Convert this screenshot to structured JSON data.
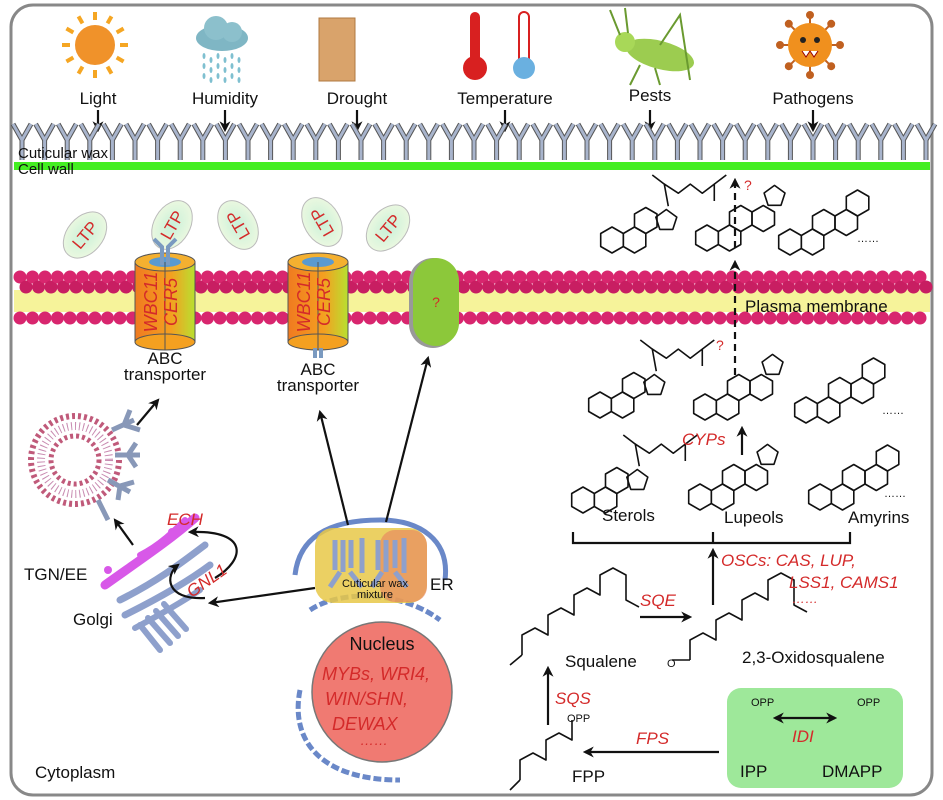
{
  "stimuli": [
    {
      "label": "Light",
      "icon": "sun-icon"
    },
    {
      "label": "Humidity",
      "icon": "rain-cloud-icon"
    },
    {
      "label": "Drought",
      "icon": "cracked-soil-icon"
    },
    {
      "label": "Temperature",
      "icon": "thermometer-icon"
    },
    {
      "label": "Pests",
      "icon": "grasshopper-icon"
    },
    {
      "label": "Pathogens",
      "icon": "virus-icon"
    }
  ],
  "layers": {
    "cuticular_wax": "Cuticular wax",
    "cell_wall": "Cell wall",
    "plasma_membrane": "Plasma membrane",
    "cytoplasm": "Cytoplasm"
  },
  "ltp_label": "LTP",
  "transporters": [
    {
      "genes": [
        "WBC11",
        "CER5"
      ],
      "label_line1": "ABC",
      "label_line2": "transporter"
    },
    {
      "genes": [
        "WBC11",
        "CER5"
      ],
      "label_line1": "ABC",
      "label_line2": "transporter"
    }
  ],
  "unknown_transporter": "?",
  "unknown_marks": [
    "?",
    "?"
  ],
  "organelles": {
    "tgn": "TGN/EE",
    "golgi": "Golgi",
    "ech": "ECH",
    "gnl1": "GNL1",
    "er": "ER",
    "wax_mixture_line1": "Cuticular wax",
    "wax_mixture_line2": "mixture",
    "nucleus": "Nucleus",
    "tf_lines": [
      "MYBs, WRI4,",
      "WIN/SHN,",
      "DEWAX",
      "……"
    ]
  },
  "pathway": {
    "sterols": "Sterols",
    "lupeols": "Lupeols",
    "amyrins": "Amyrins",
    "ellipsis": "……",
    "cyps": "CYPs",
    "oscs_line1": "OSCs: CAS, LUP,",
    "oscs_line2": "LSS1, CAMS1",
    "oscs_line3": "……",
    "sqe": "SQE",
    "squalene": "Squalene",
    "oxidosqualene": "2,3-Oxidosqualene",
    "sqs": "SQS",
    "fps": "FPS",
    "fpp": "FPP",
    "opp": "OPP",
    "ipp": "IPP",
    "dmapp": "DMAPP",
    "idi": "IDI",
    "epoxide_o": "O"
  },
  "colors": {
    "cell_wall": "#44ee22",
    "membrane_heads": "#d8266e",
    "membrane_tails": "#f6f39a",
    "text_red": "#d42a2a",
    "ipp_box": "#9ee89a",
    "nucleus": "#f07a72"
  }
}
